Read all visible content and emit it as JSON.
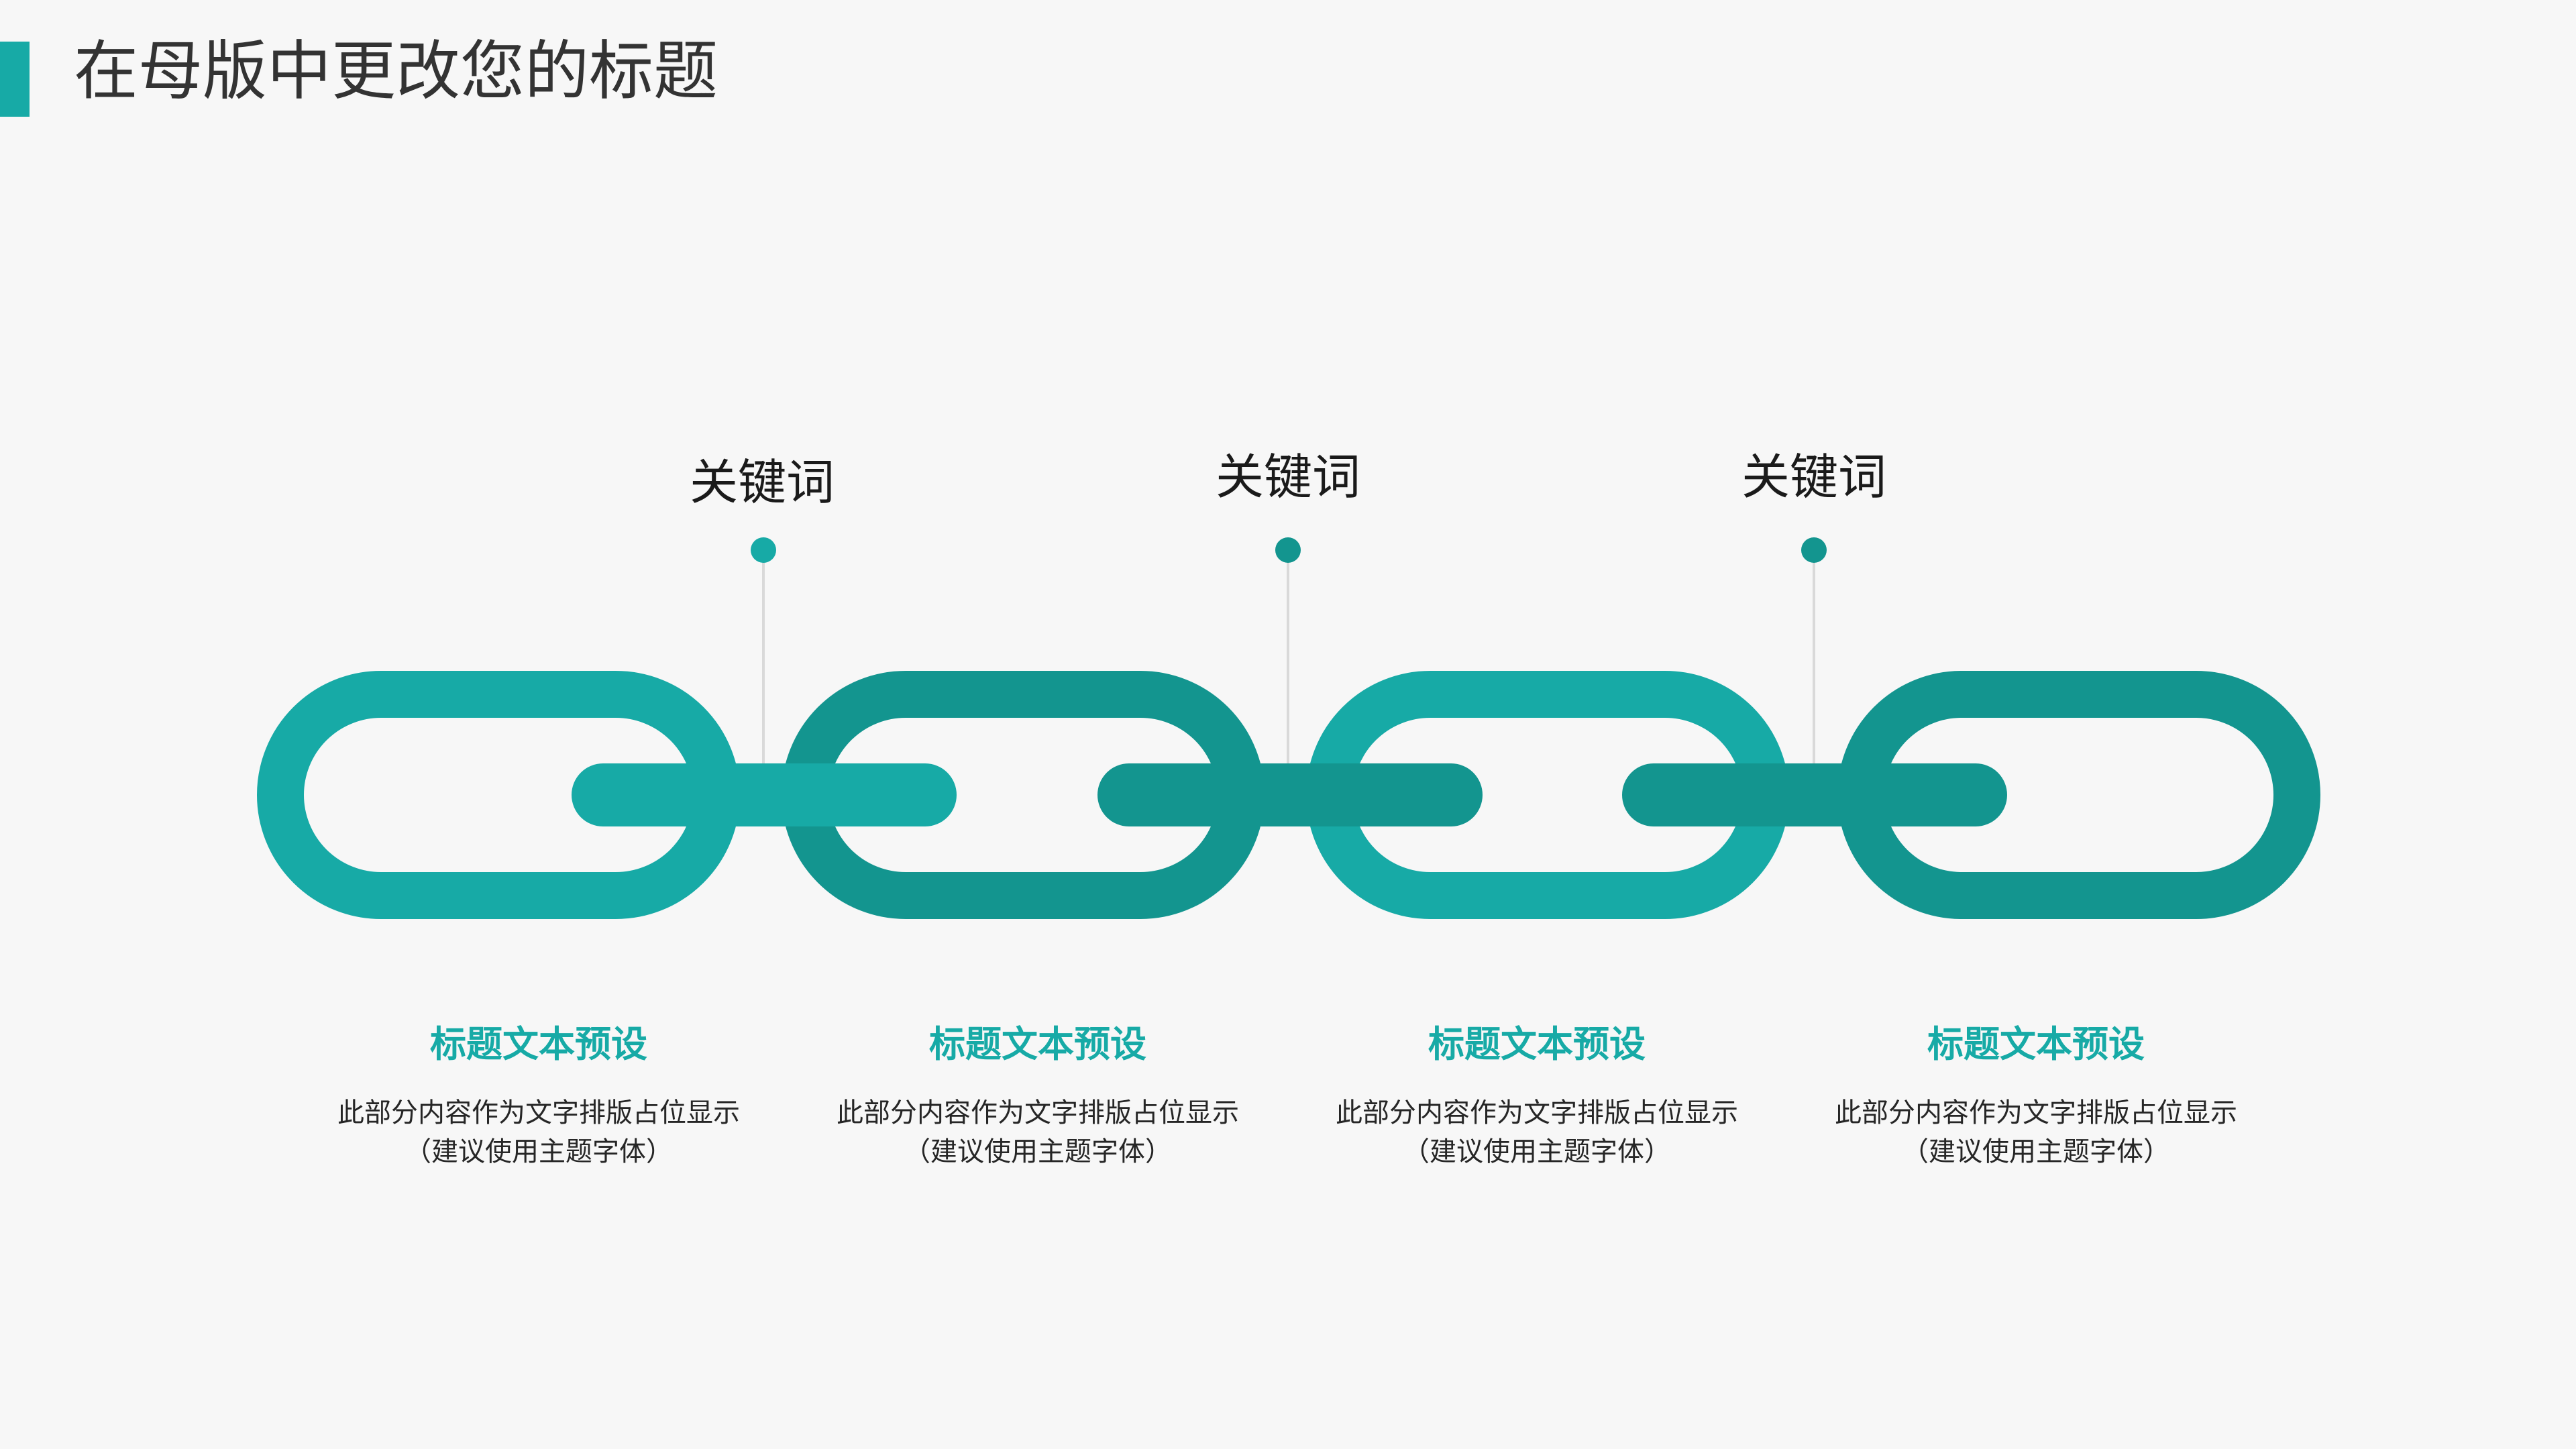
{
  "page": {
    "title": "在母版中更改您的标题"
  },
  "colors": {
    "teal_light": "#17aaa6",
    "teal_dark": "#13958f",
    "connector": "#d9d9d9",
    "accent": "#17aaa6"
  },
  "keywords": [
    {
      "label": "关键词"
    },
    {
      "label": "关键词"
    },
    {
      "label": "关键词"
    }
  ],
  "steps": [
    {
      "title": "标题文本预设",
      "desc_line1": "此部分内容作为文字排版占位显示",
      "desc_line2": "（建议使用主题字体）"
    },
    {
      "title": "标题文本预设",
      "desc_line1": "此部分内容作为文字排版占位显示",
      "desc_line2": "（建议使用主题字体）"
    },
    {
      "title": "标题文本预设",
      "desc_line1": "此部分内容作为文字排版占位显示",
      "desc_line2": "（建议使用主题字体）"
    },
    {
      "title": "标题文本预设",
      "desc_line1": "此部分内容作为文字排版占位显示",
      "desc_line2": "（建议使用主题字体）"
    }
  ]
}
